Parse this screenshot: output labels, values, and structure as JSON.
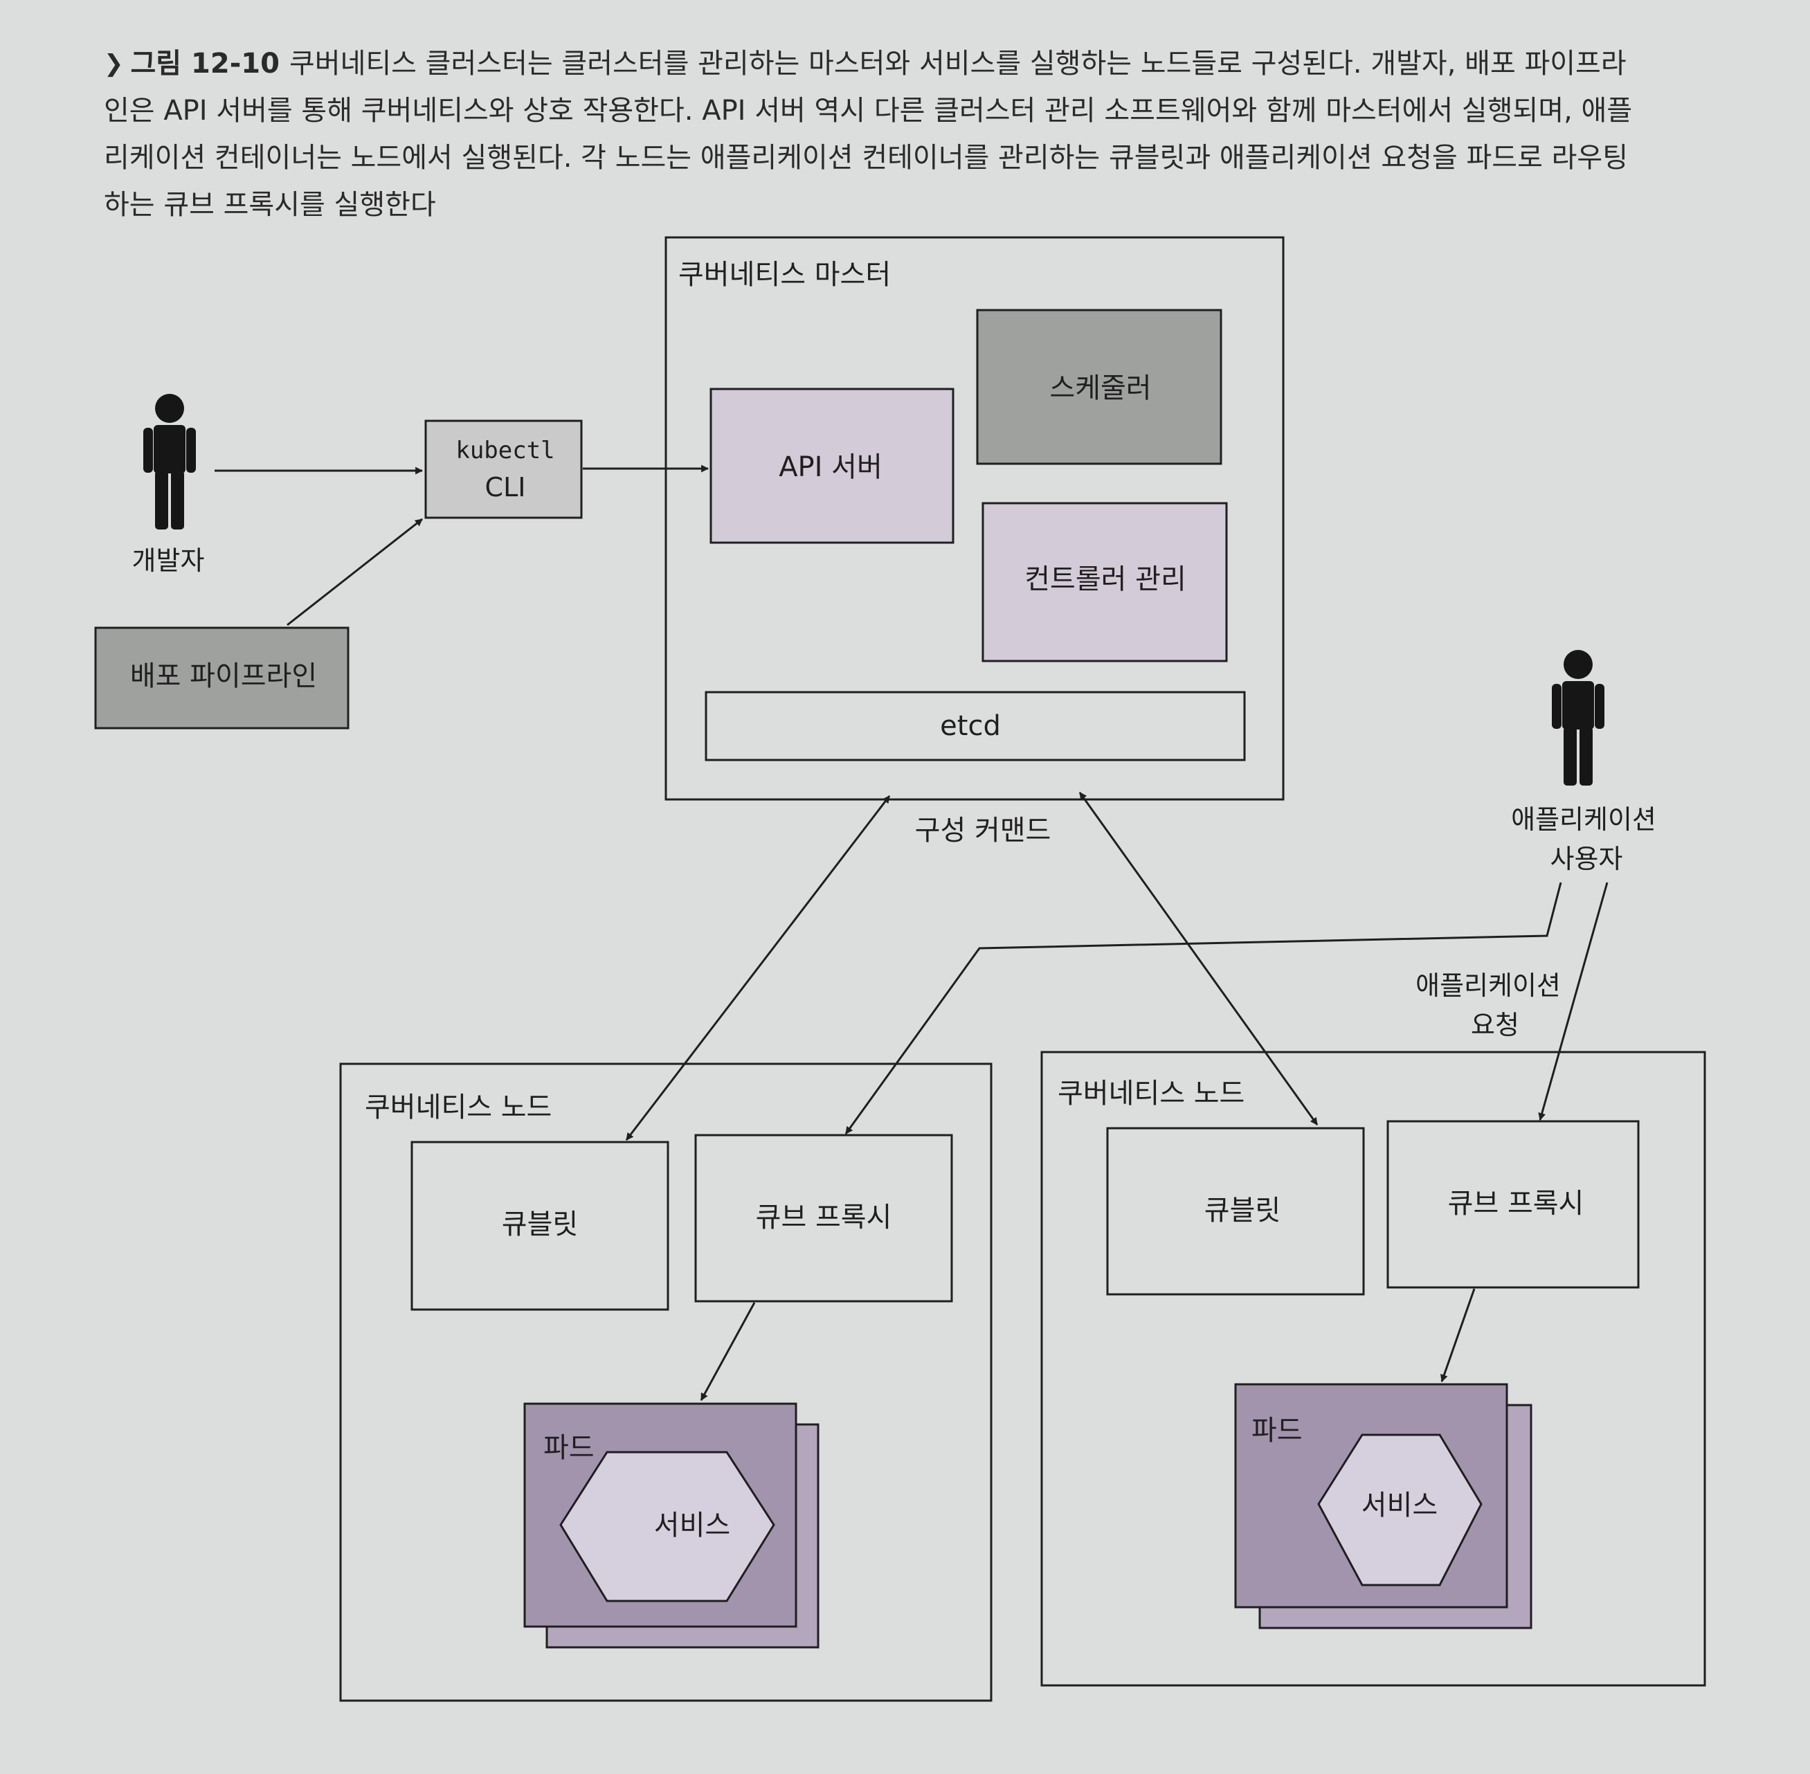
{
  "caption": {
    "figure_label": "그림 12-10",
    "text": "쿠버네티스 클러스터는 클러스터를 관리하는 마스터와 서비스를 실행하는 노드들로 구성된다. 개발자, 배포 파이프라인은 API 서버를 통해 쿠버네티스와 상호 작용한다. API 서버 역시 다른 클러스터 관리 소프트웨어와 함께 마스터에서 실행되며, 애플리케이션 컨테이너는 노드에서 실행된다. 각 노드는 애플리케이션 컨테이너를 관리하는 큐블릿과 애플리케이션 요청을 파드로 라우팅하는 큐브 프록시를 실행한다"
  },
  "actors": {
    "developer": "개발자",
    "app_user_line1": "애플리케이션",
    "app_user_line2": "사용자"
  },
  "cli": {
    "line1": "kubectl",
    "line2": "CLI"
  },
  "pipeline": "배포 파이프라인",
  "master": {
    "title": "쿠버네티스 마스터",
    "api_server": "API 서버",
    "scheduler": "스케줄러",
    "controller_manager": "컨트롤러 관리",
    "etcd": "etcd"
  },
  "labels": {
    "config_commands": "구성 커맨드",
    "app_request_line1": "애플리케이션",
    "app_request_line2": "요청"
  },
  "nodes": [
    {
      "title": "쿠버네티스 노드",
      "kubelet": "큐블릿",
      "kube_proxy": "큐브 프록시",
      "pod": "파드",
      "service": "서비스"
    },
    {
      "title": "쿠버네티스 노드",
      "kubelet": "큐블릿",
      "kube_proxy": "큐브 프록시",
      "pod": "파드",
      "service": "서비스"
    }
  ],
  "colors": {
    "background": "#dcdedd",
    "line": "#1f1f1f",
    "light_gray_box": "#c9cac9",
    "dark_gray_box": "#9fa19f",
    "lavender_box": "#d3cbd8",
    "pod_purple": "#a394ae",
    "pod_shadow": "#b3a6bd",
    "hexagon": "#d6cfdd"
  }
}
